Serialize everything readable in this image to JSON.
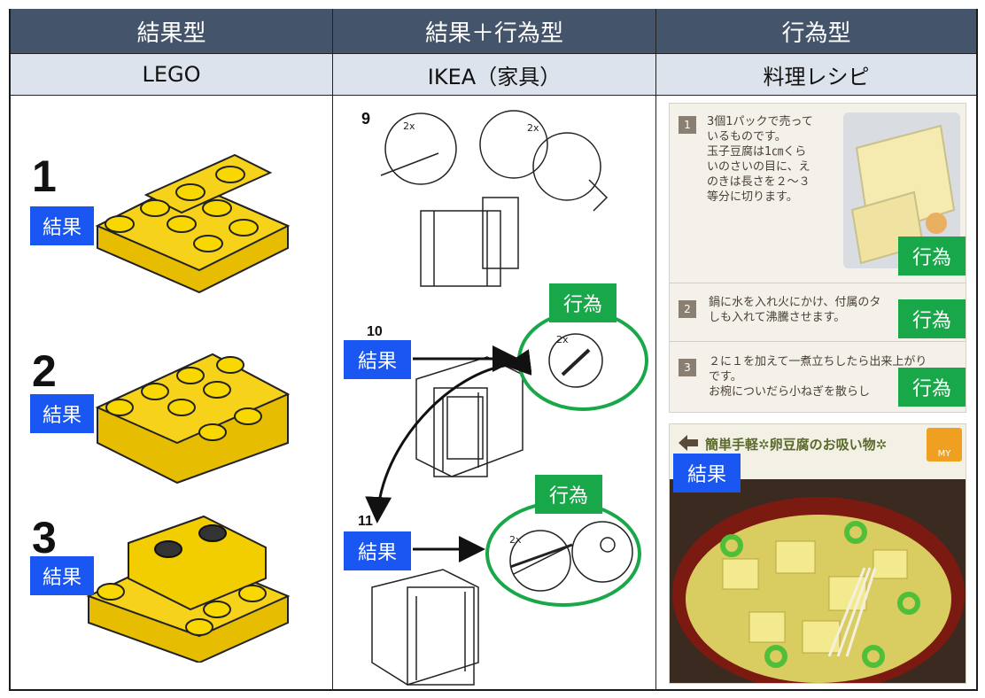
{
  "headers": [
    {
      "title": "結果型",
      "subtitle": "LEGO"
    },
    {
      "title": "結果＋行為型",
      "subtitle": "IKEA（家具）"
    },
    {
      "title": "行為型",
      "subtitle": "料理レシピ"
    }
  ],
  "lego": {
    "steps": [
      "1",
      "2",
      "3"
    ],
    "tag": "結果"
  },
  "ikea": {
    "step_numbers": [
      "9",
      "10",
      "11"
    ],
    "tag_result": "結果",
    "tag_action": "行為",
    "qty_label": "2x"
  },
  "recipe": {
    "steps": [
      {
        "num": "1",
        "text": "3個1パックで売って\nいるものです。\n玉子豆腐は1㎝くら\nいのさいの目に、え\nのきは長さを２～３\n等分に切ります。"
      },
      {
        "num": "2",
        "text": "鍋に水を入れ火にかけ、付属のタ\nしも入れて沸騰させます。"
      },
      {
        "num": "3",
        "text": "２に１を加えて一煮立ちしたら出来上がり\nです。\nお椀についだら小ねぎを散らし"
      }
    ],
    "tag_action": "行為",
    "tag_result": "結果",
    "dish_title": "簡単手軽✲卵豆腐のお吸い物✲",
    "my_badge": "MY"
  },
  "colors": {
    "header_bg": "#44546a",
    "subheader_bg": "#dde3ec",
    "result_tag": "#1a56f2",
    "action_tag": "#18a84a",
    "lego_yellow": "#f2cd00"
  }
}
